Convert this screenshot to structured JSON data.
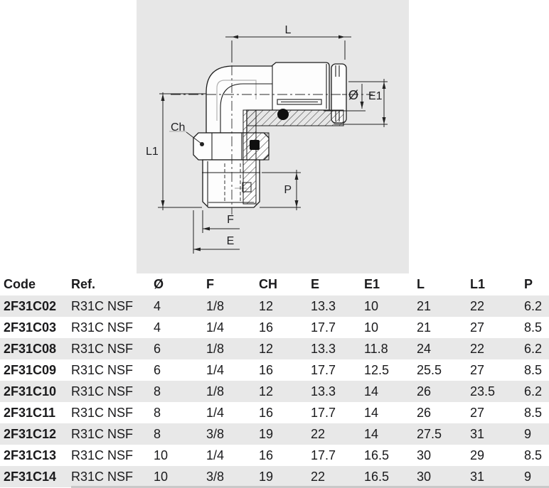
{
  "diagram": {
    "background": "#e7e7e7",
    "labels": {
      "length_top": "L",
      "diameter": "Ø",
      "e1": "E1",
      "wrench_flats": "Ch",
      "l1": "L1",
      "thread_length": "P",
      "f": "F",
      "e": "E"
    }
  },
  "table": {
    "columns": [
      "Code",
      "Ref.",
      "Ø",
      "F",
      "CH",
      "E",
      "E1",
      "L",
      "L1",
      "P"
    ],
    "rows": [
      [
        "2F31C02",
        "R31C NSF",
        "4",
        "1/8",
        "12",
        "13.3",
        "10",
        "21",
        "22",
        "6.2"
      ],
      [
        "2F31C03",
        "R31C NSF",
        "4",
        "1/4",
        "16",
        "17.7",
        "10",
        "21",
        "27",
        "8.5"
      ],
      [
        "2F31C08",
        "R31C NSF",
        "6",
        "1/8",
        "12",
        "13.3",
        "11.8",
        "24",
        "22",
        "6.2"
      ],
      [
        "2F31C09",
        "R31C NSF",
        "6",
        "1/4",
        "16",
        "17.7",
        "12.5",
        "25.5",
        "27",
        "8.5"
      ],
      [
        "2F31C10",
        "R31C NSF",
        "8",
        "1/8",
        "12",
        "13.3",
        "14",
        "26",
        "23.5",
        "6.2"
      ],
      [
        "2F31C11",
        "R31C NSF",
        "8",
        "1/4",
        "16",
        "17.7",
        "14",
        "26",
        "27",
        "8.5"
      ],
      [
        "2F31C12",
        "R31C NSF",
        "8",
        "3/8",
        "19",
        "22",
        "14",
        "27.5",
        "31",
        "9"
      ],
      [
        "2F31C13",
        "R31C NSF",
        "10",
        "1/4",
        "16",
        "17.7",
        "16.5",
        "30",
        "29",
        "8.5"
      ],
      [
        "2F31C14",
        "R31C NSF",
        "10",
        "3/8",
        "19",
        "22",
        "16.5",
        "30",
        "31",
        "9"
      ]
    ],
    "alt_row_color": "#e8e8e8"
  }
}
